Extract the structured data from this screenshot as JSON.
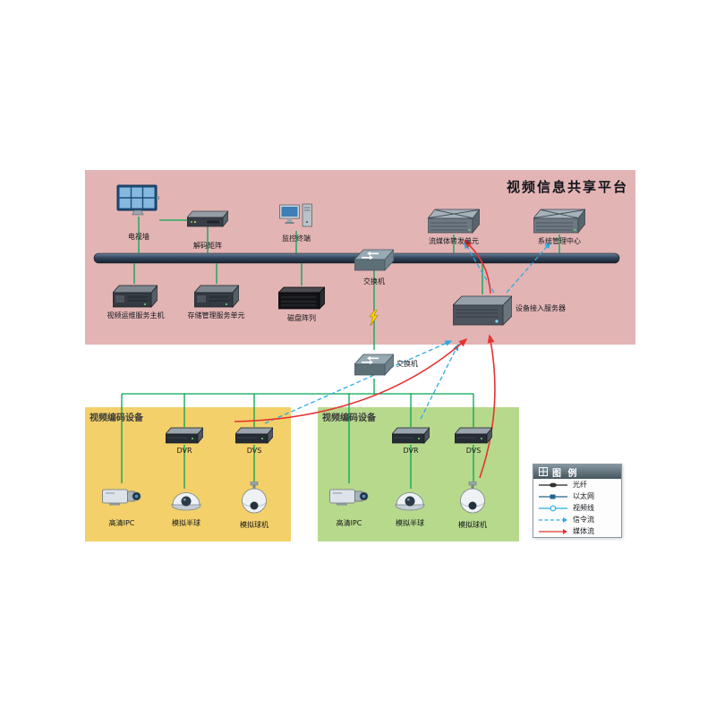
{
  "platform": {
    "title": "视频信息共享平台",
    "tv_wall": "电视墙",
    "decoder": "解码矩阵",
    "monitor_terminal": "监控终端",
    "switch1": "交换机",
    "stream_unit": "流媒体转发单元",
    "sys_mgmt": "系统管理中心",
    "video_ops_host": "视频运维服务主机",
    "storage_unit": "存储管理服务单元",
    "disk_array": "磁盘阵列",
    "access_server": "设备接入服务器"
  },
  "switch2": {
    "label": "交换机"
  },
  "zones": {
    "left": {
      "title": "视频编码设备",
      "dvr": "DVR",
      "dvs": "DVS",
      "ipc": "高清IPC",
      "dome": "模拟半球",
      "ball": "模拟球机"
    },
    "right": {
      "title": "视频编码设备",
      "dvr": "DVR",
      "dvs": "DVS",
      "ipc": "高清IPC",
      "dome": "模拟半球",
      "ball": "模拟球机"
    }
  },
  "legend": {
    "title": "图 例",
    "items": [
      {
        "label": "光纤",
        "type": "fiber"
      },
      {
        "label": "以太网",
        "type": "ethernet"
      },
      {
        "label": "视频线",
        "type": "video"
      },
      {
        "label": "信令流",
        "type": "signal"
      },
      {
        "label": "媒体流",
        "type": "media"
      }
    ]
  },
  "colors": {
    "platform_bg": "#e3b4b4",
    "zone_left_bg": "#f3d06a",
    "zone_right_bg": "#b7d98c",
    "ethernet_green": "#00a651",
    "signal_blue": "#29abe2",
    "media_red": "#e63232",
    "bus_dark": "#233245"
  }
}
